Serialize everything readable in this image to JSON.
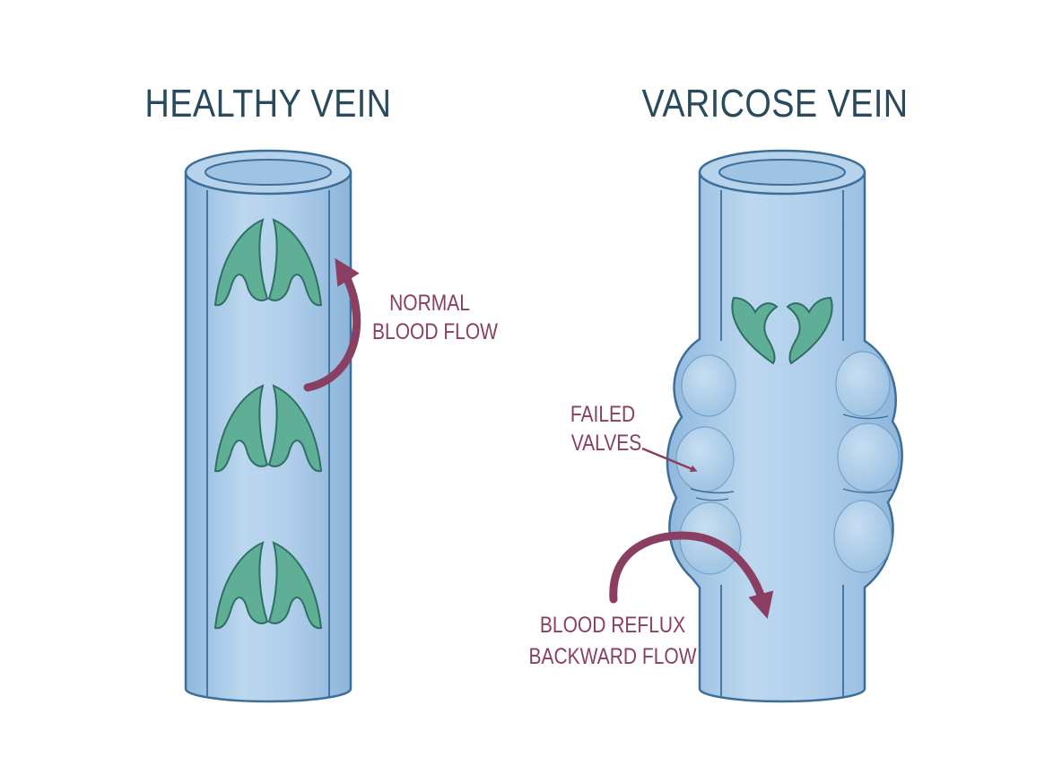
{
  "diagram": {
    "healthy": {
      "title": "HEALTHY VEIN",
      "flow_label": [
        "NORMAL",
        "BLOOD FLOW"
      ]
    },
    "varicose": {
      "title": "VARICOSE VEIN",
      "failed_label": [
        "FAILED",
        "VALVES"
      ],
      "reflux_label": [
        "BLOOD REFLUX",
        "BACKWARD FLOW"
      ]
    },
    "colors": {
      "vein_fill": "#a8c9e6",
      "vein_highlight": "#c9def1",
      "vein_outline": "#3d6e98",
      "valve_fill": "#5fae96",
      "valve_outline": "#2f6f63",
      "arrow": "#8a3f62",
      "title": "#284a5c"
    }
  }
}
